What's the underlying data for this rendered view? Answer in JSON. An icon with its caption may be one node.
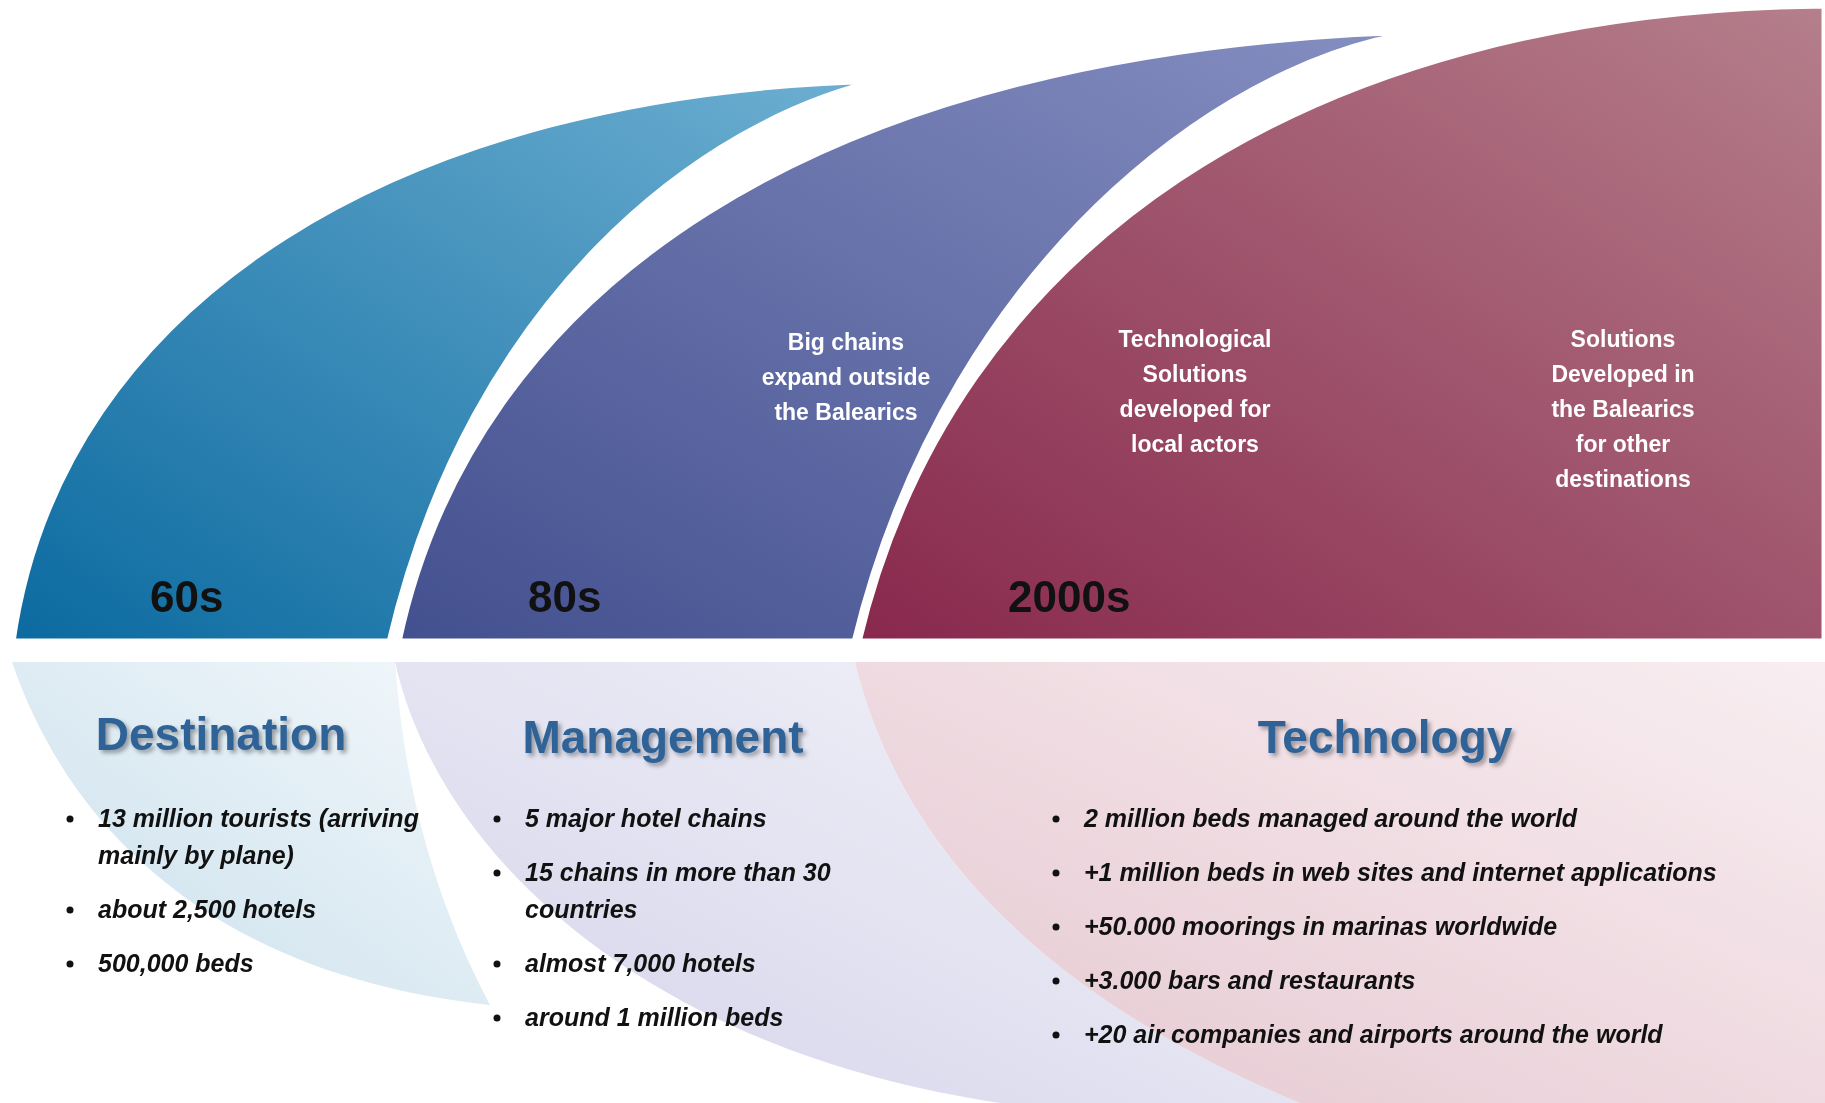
{
  "diagram": {
    "nodes": [
      {
        "text": [
          "60s"
        ]
      },
      {
        "text": [
          "Big chains expand outside the Balearics",
          "80s"
        ]
      },
      {
        "text": [
          "Technological Solutions developed for local actors",
          "Solutions Developed in the Balearics for other destinations",
          "2000s"
        ]
      },
      {
        "text": [
          "Destination",
          "13 million tourists (arriving mainly by plane)",
          "about 2,500 hotels",
          "500,000 beds"
        ]
      },
      {
        "text": [
          "Management",
          "5 major hotel chains",
          "15 chains in more than 30 countries",
          "almost 7,000 hotels",
          "around 1 million beds"
        ]
      },
      {
        "text": [
          "Technology",
          "2 million beds managed around the world",
          "+1 million beds in web sites and internet applications",
          "+50.000 moorings in marinas worldwide",
          "+3.000 bars and restaurants",
          "+20 air companies and airports around the world"
        ]
      }
    ]
  }
}
